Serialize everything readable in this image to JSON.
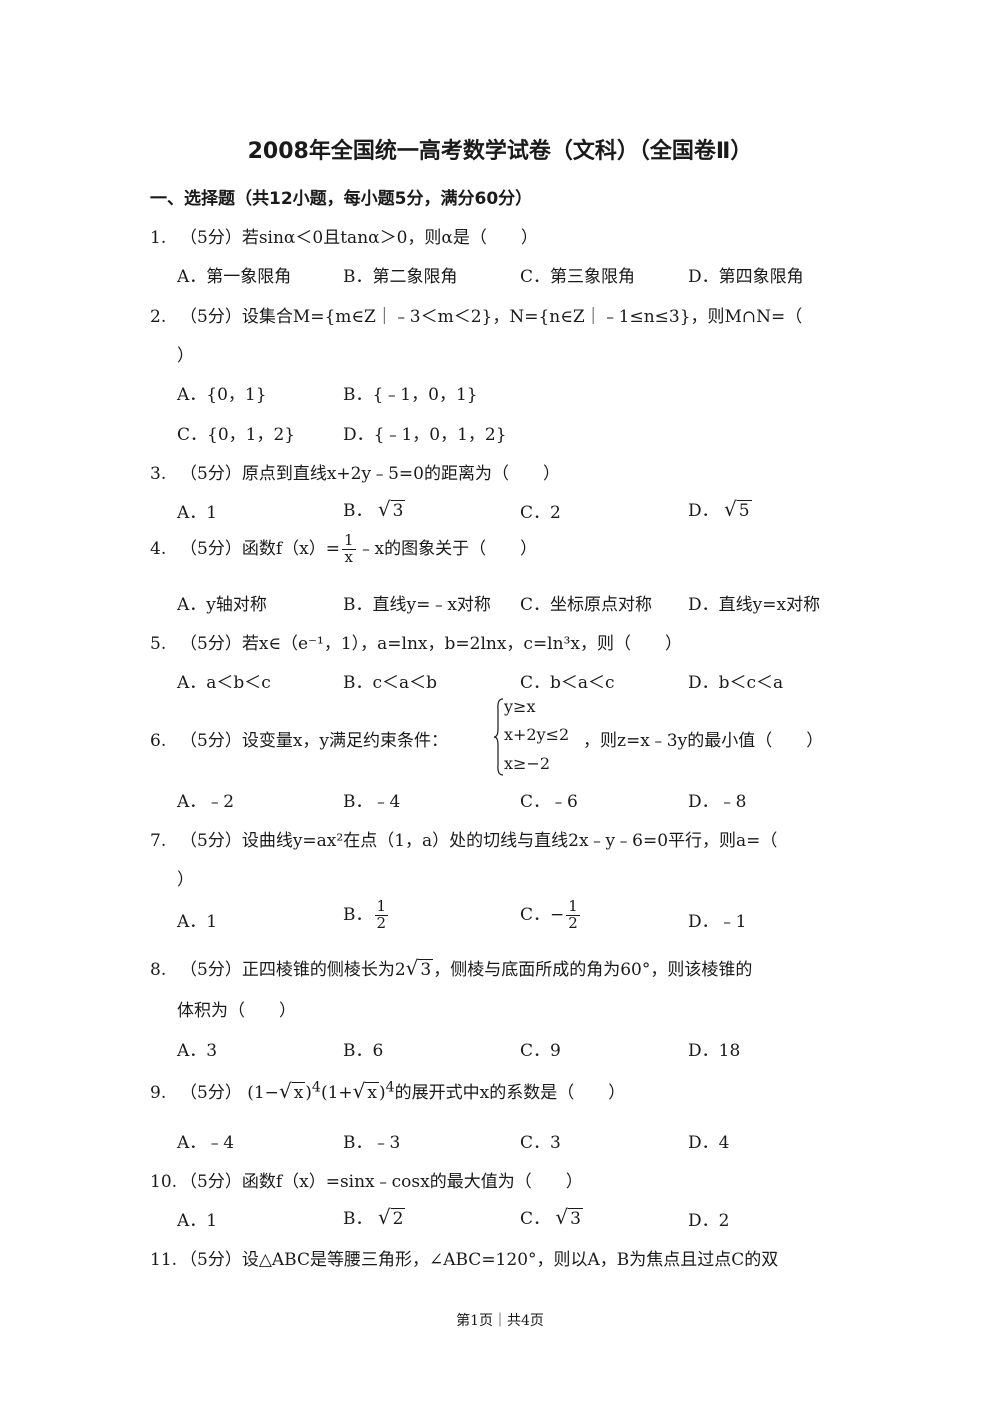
{
  "title": "2008年全国统一高考数学试卷（文科）（全国卷Ⅱ）",
  "section": "一、选择题（共12小题，每小题5分，满分60分）",
  "questions": [
    {
      "num": "1.",
      "text": "（5分）若sinα＜0且tanα＞0，则α是（　　）",
      "options": [
        "A．第一象限角",
        "B．第二象限角",
        "C．第三象限角",
        "D．第四象限角"
      ]
    },
    {
      "num": "2.",
      "text": "（5分）设集合M={m∈Z｜﹣3＜m＜2}，N={n∈Z｜﹣1≤n≤3}，则M∩N=（",
      "cont": "）",
      "options": [
        "A．{0，1}",
        "B．{﹣1，0，1}",
        "C．{0，1，2}",
        "D．{﹣1，0，1，2}"
      ]
    },
    {
      "num": "3.",
      "text": "（5分）原点到直线x+2y﹣5=0的距离为（　　）",
      "options": [
        "A．1",
        "B．",
        "C．2",
        "D．"
      ],
      "radicals": [
        "3",
        "5"
      ]
    },
    {
      "num": "4.",
      "text_before": "（5分）函数f（x）=",
      "frac_num": "1",
      "frac_den": "x",
      "text_after": "﹣x的图象关于（　　）",
      "options": [
        "A．y轴对称",
        "B．直线y=﹣x对称",
        "C．坐标原点对称",
        "D．直线y=x对称"
      ]
    },
    {
      "num": "5.",
      "text": "（5分）若x∈（e⁻¹，1），a=lnx，b=2lnx，c=ln³x，则（　　）",
      "options": [
        "A．a＜b＜c",
        "B．c＜a＜b",
        "C．b＜a＜c",
        "D．b＜c＜a"
      ]
    },
    {
      "num": "6.",
      "text_before": "（5分）设变量x，y满足约束条件：",
      "text_after": "，则z=x﹣3y的最小值（　　）",
      "system": [
        "y≥x",
        "x+2y≤2",
        "x≥−2"
      ],
      "options": [
        "A．﹣2",
        "B．﹣4",
        "C．﹣6",
        "D．﹣8"
      ]
    },
    {
      "num": "7.",
      "text": "（5分）设曲线y=ax²在点（1，a）处的切线与直线2x﹣y﹣6=0平行，则a=（",
      "cont": "）",
      "options": [
        "A．1",
        "B．",
        "C．",
        "D．﹣1"
      ],
      "half_num": "1",
      "half_den": "2",
      "minus": "−"
    },
    {
      "num": "8.",
      "text_before": "（5分）正四棱锥的侧棱长为",
      "coef": "2",
      "rad": "3",
      "text_after": "，侧棱与底面所成的角为60°，则该棱锥的",
      "cont": "体积为（　　）",
      "options": [
        "A．3",
        "B．6",
        "C．9",
        "D．18"
      ]
    },
    {
      "num": "9.",
      "text_before": "（5分）",
      "expr1": "(1−",
      "expr2": ")",
      "exp": "4",
      "expr3": "(1+",
      "rad": "x",
      "text_after": "的展开式中x的系数是（　　）",
      "options": [
        "A．﹣4",
        "B．﹣3",
        "C．3",
        "D．4"
      ]
    },
    {
      "num": "10.",
      "text": "（5分）函数f（x）=sinx﹣cosx的最大值为（　　）",
      "options": [
        "A．1",
        "B．",
        "C．",
        "D．2"
      ],
      "radicals": [
        "2",
        "3"
      ]
    },
    {
      "num": "11.",
      "text": "（5分）设△ABC是等腰三角形，∠ABC=120°，则以A，B为焦点且过点C的双"
    }
  ],
  "footer": "第1页｜共4页"
}
